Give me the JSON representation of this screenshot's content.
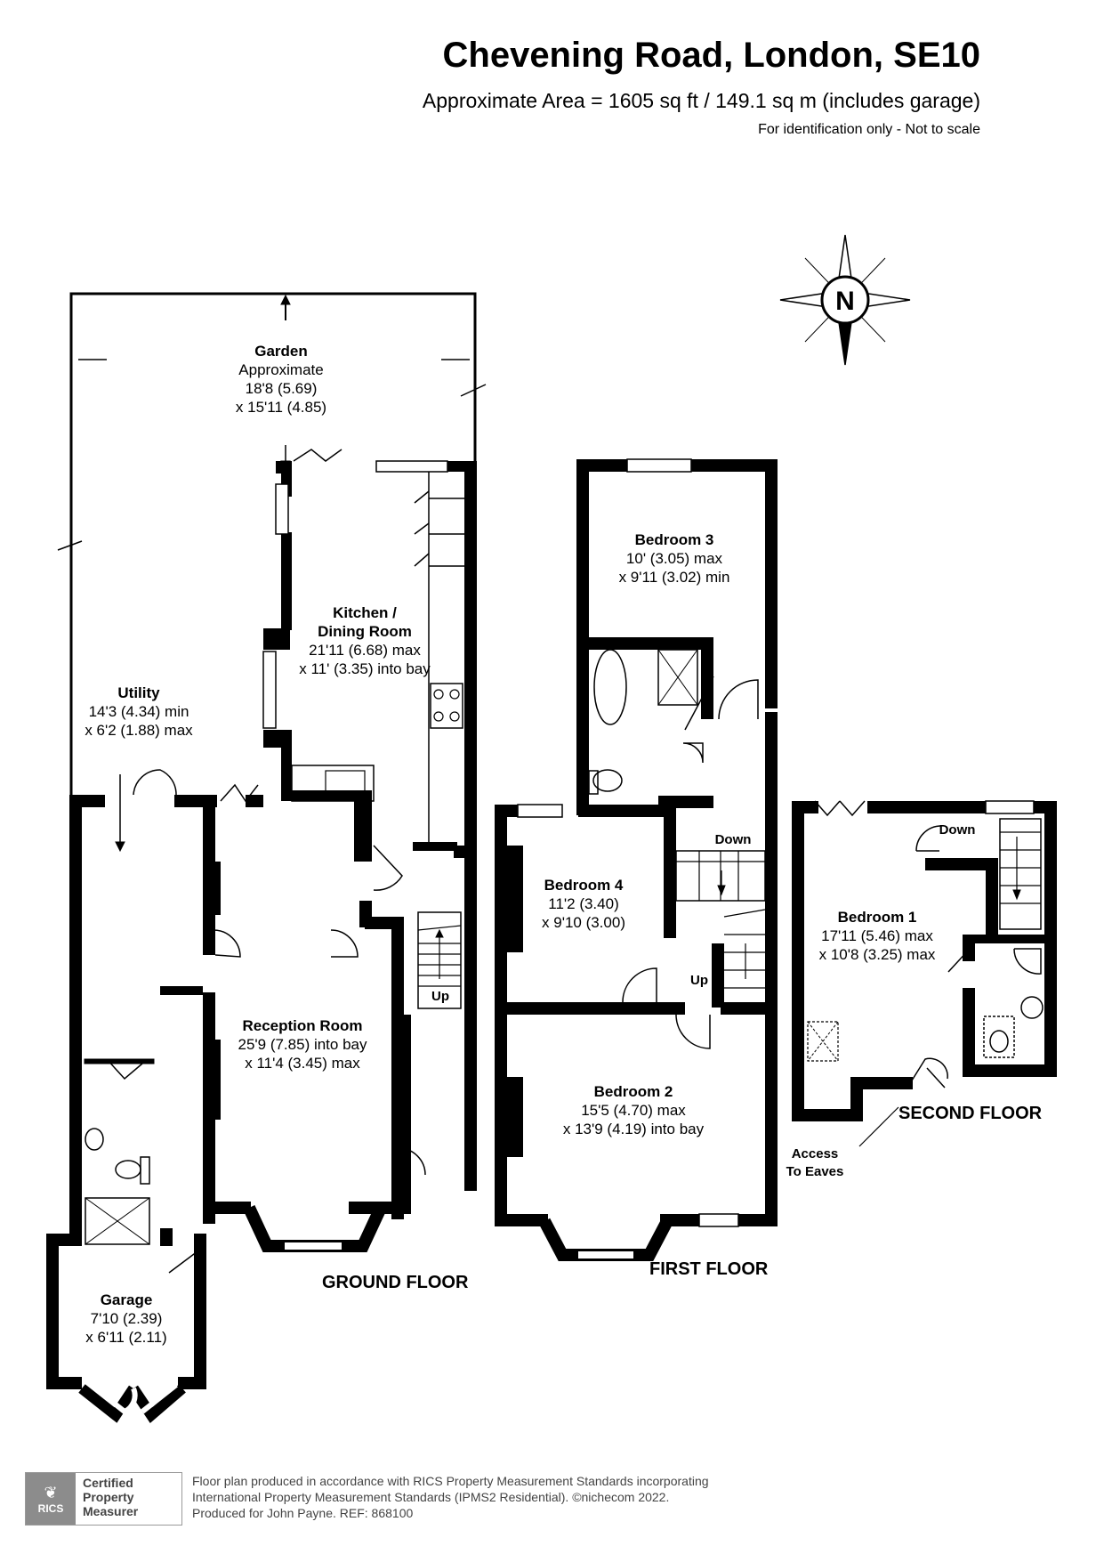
{
  "header": {
    "title": "Chevening Road, London, SE10",
    "area": "Approximate Area = 1605 sq ft / 149.1 sq m (includes garage)",
    "disclaimer": "For identification only - Not to scale"
  },
  "compass": {
    "letter": "N"
  },
  "rooms": {
    "garden": {
      "name": "Garden",
      "line1": "Approximate",
      "line2": "18'8 (5.69)",
      "line3": "x 15'11 (4.85)"
    },
    "kitchen": {
      "name1": "Kitchen /",
      "name2": "Dining Room",
      "line1": "21'11 (6.68) max",
      "line2": "x 11' (3.35) into bay"
    },
    "utility": {
      "name": "Utility",
      "line1": "14'3 (4.34) min",
      "line2": "x 6'2 (1.88) max"
    },
    "reception": {
      "name": "Reception Room",
      "line1": "25'9 (7.85) into bay",
      "line2": "x 11'4 (3.45) max"
    },
    "garage": {
      "name": "Garage",
      "line1": "7'10 (2.39)",
      "line2": "x 6'11 (2.11)"
    },
    "bedroom3": {
      "name": "Bedroom 3",
      "line1": "10' (3.05) max",
      "line2": "x 9'11 (3.02) min"
    },
    "bedroom4": {
      "name": "Bedroom 4",
      "line1": "11'2 (3.40)",
      "line2": "x 9'10 (3.00)"
    },
    "bedroom2": {
      "name": "Bedroom 2",
      "line1": "15'5 (4.70) max",
      "line2": "x 13'9 (4.19) into bay"
    },
    "bedroom1": {
      "name": "Bedroom 1",
      "line1": "17'11 (5.46) max",
      "line2": "x 10'8 (3.25) max"
    }
  },
  "stairs": {
    "up": "Up",
    "down": "Down"
  },
  "eaves": {
    "line1": "Access",
    "line2": "To Eaves"
  },
  "floors": {
    "ground": "GROUND FLOOR",
    "first": "FIRST FLOOR",
    "second": "SECOND FLOOR"
  },
  "badge": {
    "logo": "RICS",
    "line1": "Certified",
    "line2": "Property",
    "line3": "Measurer"
  },
  "footer": {
    "line1": "Floor plan produced in accordance with RICS Property Measurement Standards incorporating",
    "line2": "International Property Measurement Standards (IPMS2 Residential).   ©nichecom 2022.",
    "line3": "Produced for John Payne.   REF:  868100"
  }
}
